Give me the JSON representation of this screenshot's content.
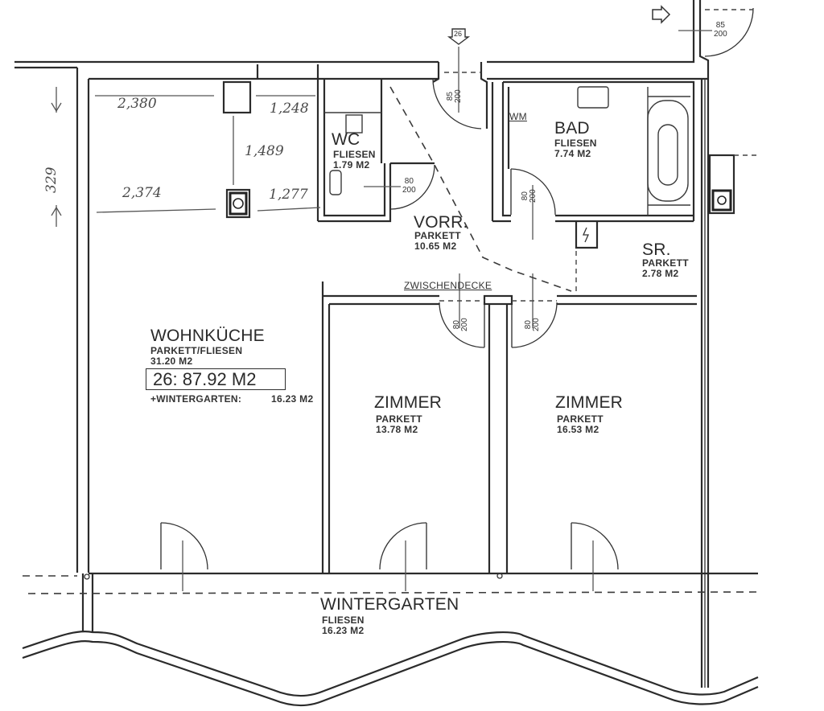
{
  "plan": {
    "unit_total": "26: 87.92 M2",
    "wintergarten_note_label": "+WINTERGARTEN:",
    "wintergarten_note_value": "16.23 M2",
    "ceiling_note": "ZWISCHENDECKE",
    "entrance_marker": "26",
    "rooms": {
      "wohnkueche": {
        "name": "WOHNKÜCHE",
        "floor": "PARKETT/FLIESEN",
        "area": "31.20 M2"
      },
      "wc": {
        "name": "WC",
        "floor": "FLIESEN",
        "area": "1.79 M2"
      },
      "bad": {
        "name": "BAD",
        "floor": "FLIESEN",
        "area": "7.74 M2",
        "fixture": "WM"
      },
      "vorr": {
        "name": "VORR.",
        "floor": "PARKETT",
        "area": "10.65 M2"
      },
      "sr": {
        "name": "SR.",
        "floor": "PARKETT",
        "area": "2.78 M2"
      },
      "zimmer1": {
        "name": "ZIMMER",
        "floor": "PARKETT",
        "area": "13.78 M2"
      },
      "zimmer2": {
        "name": "ZIMMER",
        "floor": "PARKETT",
        "area": "16.53 M2"
      },
      "wintergarten": {
        "name": "WINTERGARTEN",
        "floor": "FLIESEN",
        "area": "16.23 M2"
      }
    },
    "doors": [
      {
        "id": "entrance",
        "width": "85",
        "height": "200"
      },
      {
        "id": "stair-door",
        "width": "85",
        "height": "200"
      },
      {
        "id": "wc",
        "width": "80",
        "height": "200"
      },
      {
        "id": "bad",
        "width": "80",
        "height": "200"
      },
      {
        "id": "zimmer1",
        "width": "80",
        "height": "200"
      },
      {
        "id": "zimmer2",
        "width": "80",
        "height": "200"
      }
    ],
    "handwritten_dims": {
      "top_left": "2,380",
      "top_right": "1,248",
      "vertical_mid": "1,489",
      "bottom_left": "2,374",
      "bottom_right": "1,277",
      "left_vertical": "329"
    }
  }
}
